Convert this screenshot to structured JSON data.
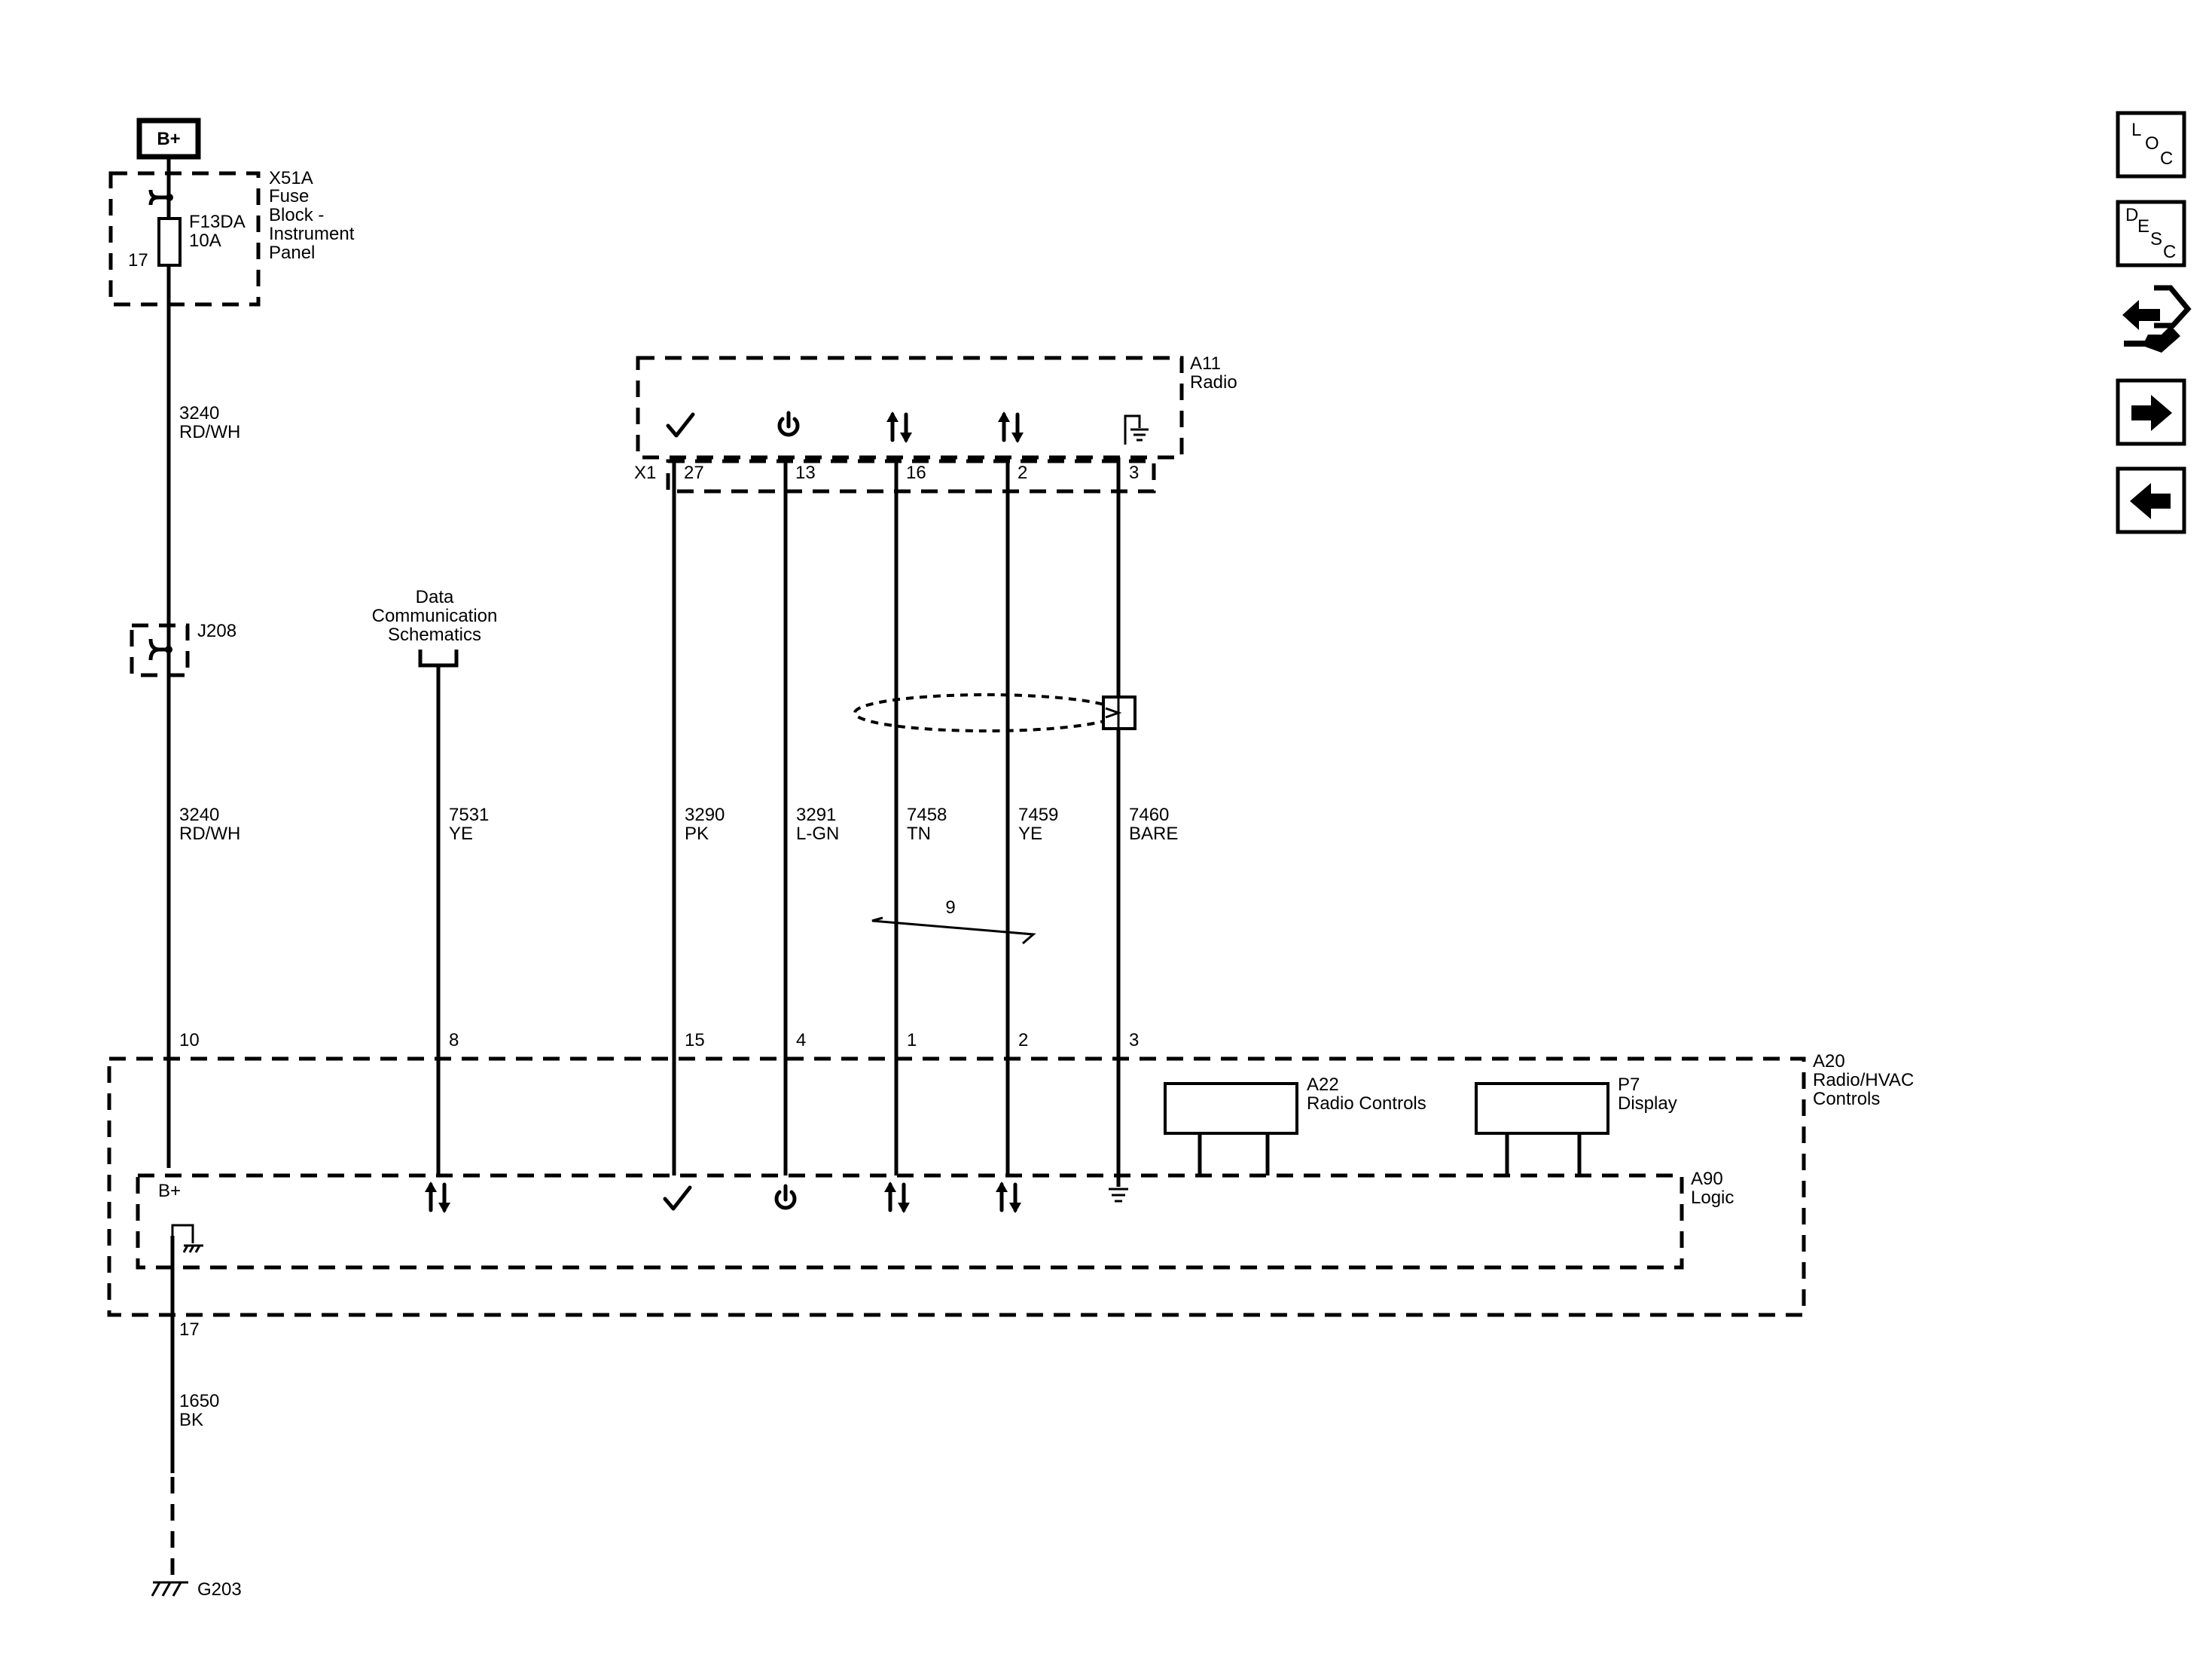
{
  "battery": {
    "label": "B+"
  },
  "fuse_block": {
    "id": "X51A",
    "name_lines": [
      "Fuse",
      "Block -",
      "Instrument",
      "Panel"
    ],
    "fuse_id": "F13DA",
    "fuse_rating": "10A",
    "pin": "17"
  },
  "splice": {
    "id": "J208"
  },
  "data_comm": {
    "lines": [
      "Data",
      "Communication",
      "Schematics"
    ]
  },
  "radio": {
    "id": "A11",
    "name": "Radio",
    "connector": "X1"
  },
  "module": {
    "id": "A20",
    "name_lines": [
      "Radio/HVAC",
      "Controls"
    ]
  },
  "logic": {
    "id": "A90",
    "name": "Logic",
    "bplus_label": "B+",
    "ground_pin": "17"
  },
  "radio_controls": {
    "id": "A22",
    "name": "Radio Controls"
  },
  "display": {
    "id": "P7",
    "name": "Display"
  },
  "wires": {
    "bplus_upper": {
      "circuit": "3240",
      "color": "RD/WH"
    },
    "bplus_lower": {
      "circuit": "3240",
      "color": "RD/WH",
      "bottom_pin": "10"
    },
    "data": {
      "circuit": "7531",
      "color": "YE",
      "bottom_pin": "8"
    },
    "w1": {
      "top_pin": "27",
      "circuit": "3290",
      "color": "PK",
      "bottom_pin": "15"
    },
    "w2": {
      "top_pin": "13",
      "circuit": "3291",
      "color": "L-GN",
      "bottom_pin": "4"
    },
    "w3": {
      "top_pin": "16",
      "circuit": "7458",
      "color": "TN",
      "bottom_pin": "1"
    },
    "w4": {
      "top_pin": "2",
      "circuit": "7459",
      "color": "YE",
      "bottom_pin": "2"
    },
    "w5": {
      "top_pin": "3",
      "circuit": "7460",
      "color": "BARE",
      "bottom_pin": "3"
    },
    "ground": {
      "circuit": "1650",
      "color": "BK"
    }
  },
  "twist_label": "9",
  "ground_point": {
    "id": "G203"
  },
  "nav": {
    "loc": [
      "L",
      "O",
      "C"
    ],
    "desc": [
      "D",
      "E",
      "S",
      "C"
    ],
    "icons": [
      "connector-end-view-icon",
      "next-page-arrow-icon",
      "previous-page-arrow-icon"
    ]
  }
}
